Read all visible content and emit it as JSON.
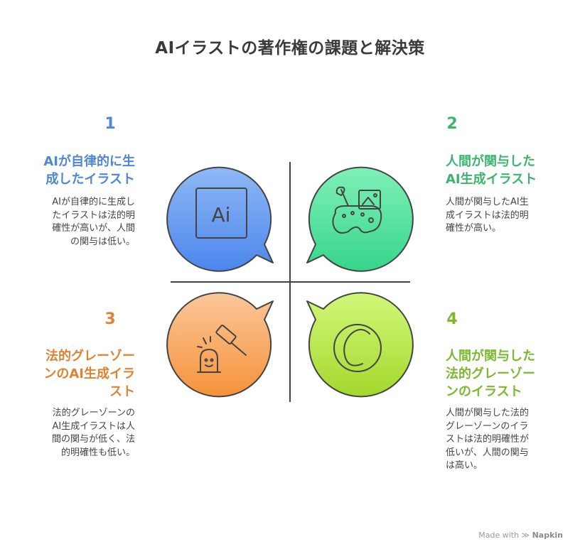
{
  "title": "AIイラストの著作権の課題と解決策",
  "quadrants": [
    {
      "number": "1",
      "heading": "AIが自律的に生\n成したイラスト",
      "description": "AIが自律的に生成し\nたイラストは法的明\n確性が高いが、人間\nの関与は低い。",
      "color": "#4e86d8",
      "icon": "ai-logo-icon",
      "icon_text": "Ai"
    },
    {
      "number": "2",
      "heading": "人間が関与した\nAI生成イラスト",
      "description": "人間が関与したAI生\n成イラストは法的明\n確性が高い。",
      "color": "#3cb46e",
      "icon": "paintbrush-image-palette-icon"
    },
    {
      "number": "3",
      "heading": "法的グレーゾー\nンのAI生成イラ\nスト",
      "description": "法的グレーゾーンの\nAI生成イラストは人\n間の関与が低く、法\n的明確性も低い。",
      "color": "#e08233",
      "icon": "gavel-robot-icon"
    },
    {
      "number": "4",
      "heading": "人間が関与した\n法的グレーゾー\nンのイラスト",
      "description": "人間が関与した法的\nグレーゾーンのイラ\nストは法的明確性が\n低いが、人間の関与\nは高い。",
      "color": "#7cb82f",
      "icon": "copyright-c-icon"
    }
  ],
  "footer": {
    "made_with": "Made with",
    "brand": "Napkin"
  }
}
